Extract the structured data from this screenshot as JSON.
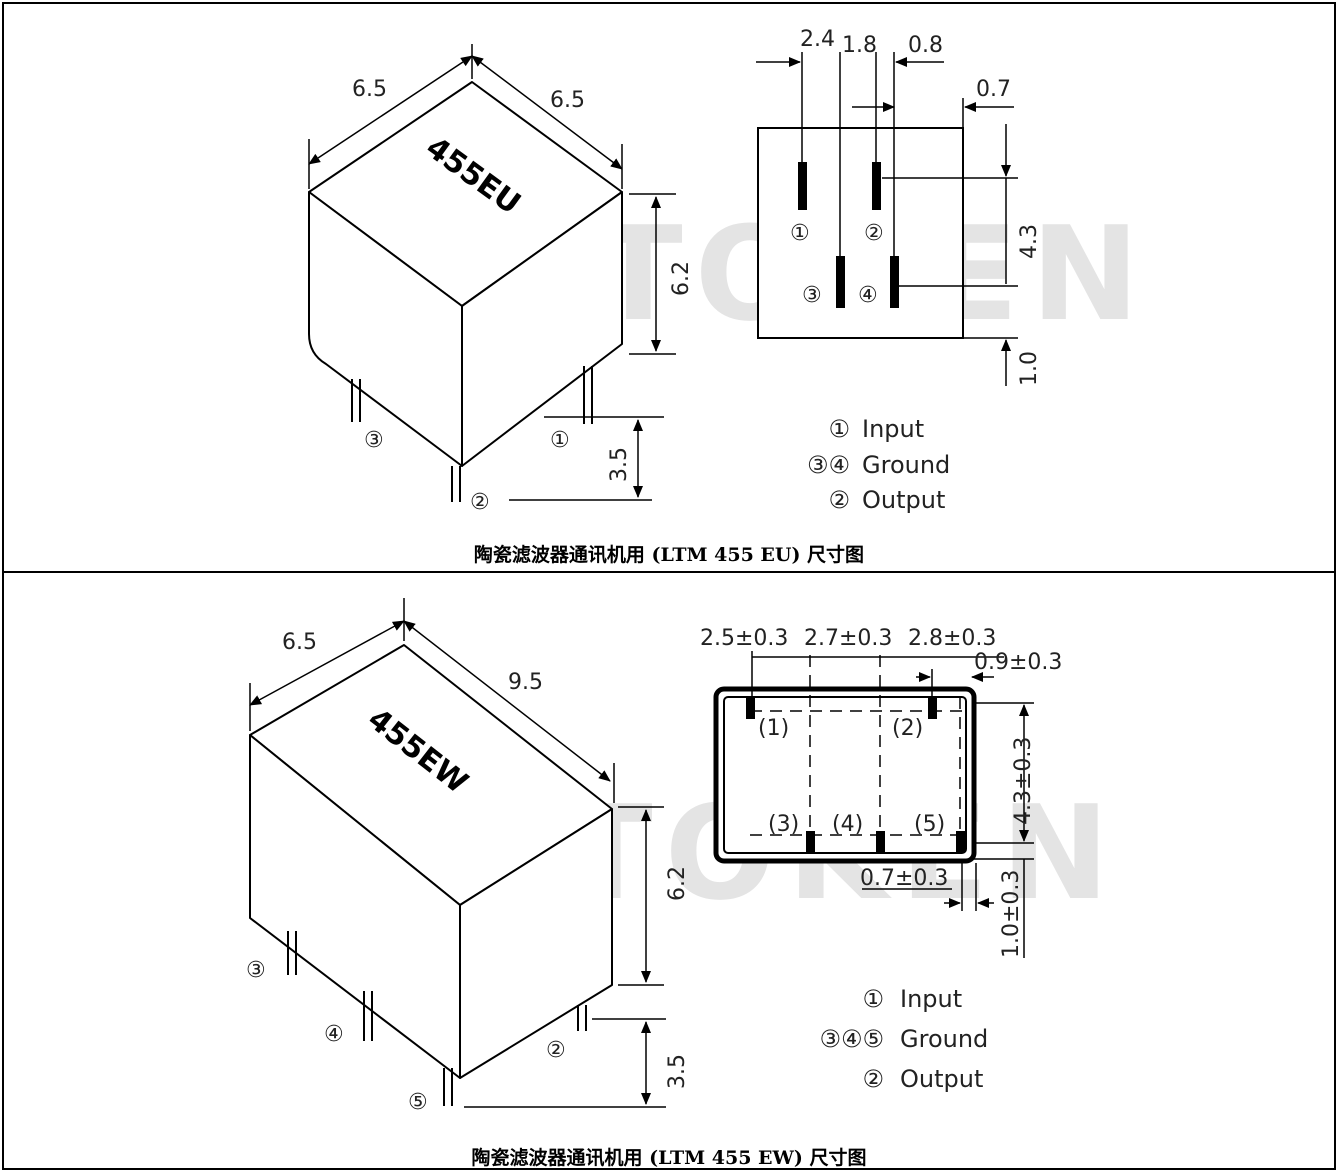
{
  "panels": [
    {
      "id": "eu",
      "caption": "陶瓷滤波器通讯机用 (LTM 455 EU) 尺寸图",
      "marking": "455EU",
      "watermark": "TOKEN",
      "iso_dims": {
        "left_width": "6.5",
        "right_width": "6.5",
        "height": "6.2",
        "pin_length": "3.5"
      },
      "iso_pin_labels": [
        "③",
        "①",
        "②"
      ],
      "top_dims": {
        "d1": "2.4",
        "d2": "1.8",
        "d3": "0.8",
        "d4": "0.7",
        "vert_main": "4.3",
        "vert_bottom": "1.0"
      },
      "top_pin_labels": [
        "①",
        "②",
        "③",
        "④"
      ],
      "legend": [
        {
          "pins": "①",
          "name": "Input"
        },
        {
          "pins": "③④",
          "name": "Ground"
        },
        {
          "pins": "②",
          "name": "Output"
        }
      ]
    },
    {
      "id": "ew",
      "caption": "陶瓷滤波器通讯机用 (LTM 455 EW) 尺寸图",
      "marking": "455EW",
      "watermark": "TOKEN",
      "iso_dims": {
        "left_width": "6.5",
        "right_width": "9.5",
        "height": "6.2",
        "pin_length": "3.5"
      },
      "iso_pin_labels": [
        "③",
        "④",
        "②",
        "⑤"
      ],
      "top_dims": {
        "d1": "2.5±0.3",
        "d2": "2.7±0.3",
        "d3": "2.8±0.3",
        "d4": "0.9±0.3",
        "vert_main": "4.3±0.3",
        "bottom_h": "0.7±0.3",
        "vert_bottom": "1.0±0.3"
      },
      "top_pin_labels": [
        "(1)",
        "(2)",
        "(3)",
        "(4)",
        "(5)"
      ],
      "legend": [
        {
          "pins": "①",
          "name": "Input"
        },
        {
          "pins": "③④⑤",
          "name": "Ground"
        },
        {
          "pins": "②",
          "name": "Output"
        }
      ]
    }
  ]
}
